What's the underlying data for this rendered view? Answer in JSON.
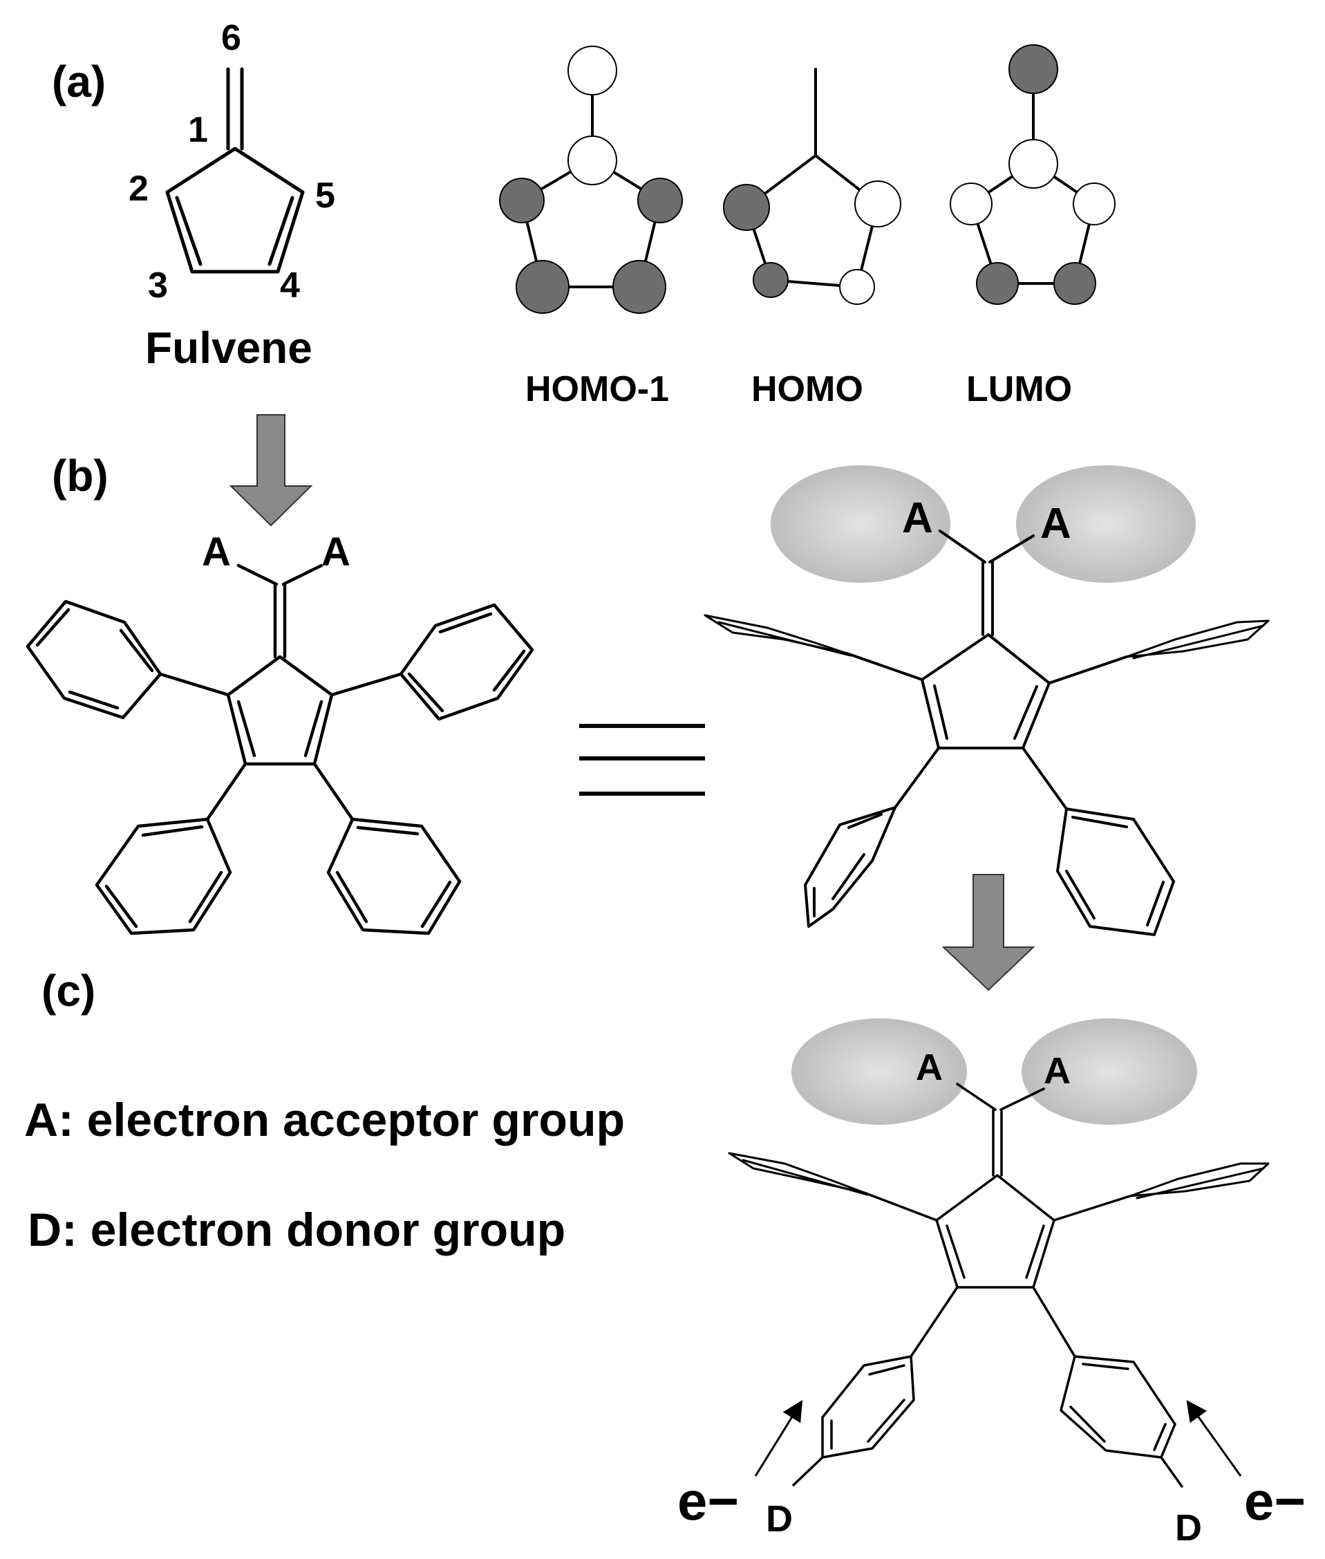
{
  "panel_labels": {
    "a": "(a)",
    "b": "(b)",
    "c": "(c)"
  },
  "fulvene": {
    "name": "Fulvene",
    "atom_numbers": [
      "1",
      "2",
      "3",
      "4",
      "5",
      "6"
    ]
  },
  "orbitals": {
    "homo_minus_1": "HOMO-1",
    "homo": "HOMO",
    "lumo": "LUMO"
  },
  "substituents": {
    "acceptor": "A",
    "donor": "D",
    "electron": "e−"
  },
  "legend": {
    "acceptor_def": "A: electron acceptor group",
    "donor_def": "D: electron donor group"
  },
  "colors": {
    "lobe_filled": "#6e6e6e",
    "lobe_empty": "#ffffff",
    "arrow_fill": "#8a8a8a",
    "ellipse_fill": "#c8c8c8"
  }
}
